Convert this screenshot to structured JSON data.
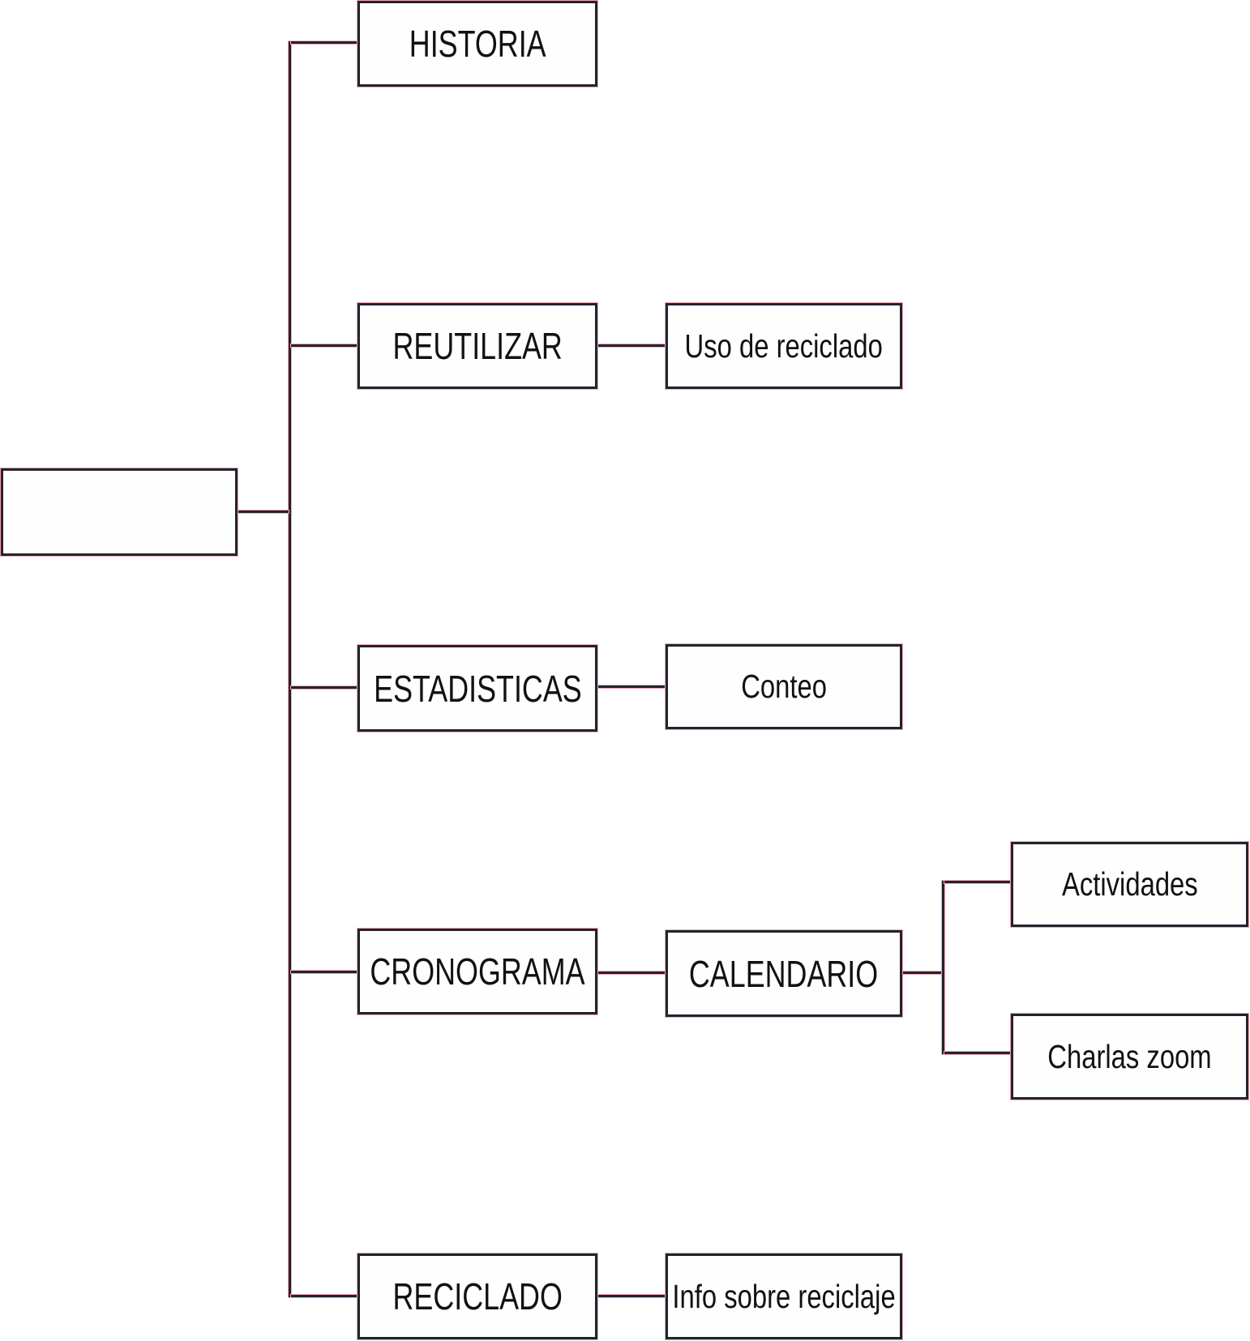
{
  "diagram": {
    "title": "Concept map with empty root and five branches",
    "root": {
      "label": ""
    },
    "branches": [
      {
        "label": "HISTORIA"
      },
      {
        "label": "REUTILIZAR",
        "child": "Uso de reciclado"
      },
      {
        "label": "ESTADISTICAS",
        "child": "Conteo"
      },
      {
        "label": "CRONOGRAMA",
        "child": "CALENDARIO",
        "grandchildren": [
          "Actividades",
          "Charlas zoom"
        ]
      },
      {
        "label": "RECICLADO",
        "child": "Info sobre reciclaje"
      }
    ],
    "colors": {
      "line": "#23232f",
      "halo": "#f2a9b3",
      "text": "#111111",
      "background": "#ffffff"
    }
  }
}
